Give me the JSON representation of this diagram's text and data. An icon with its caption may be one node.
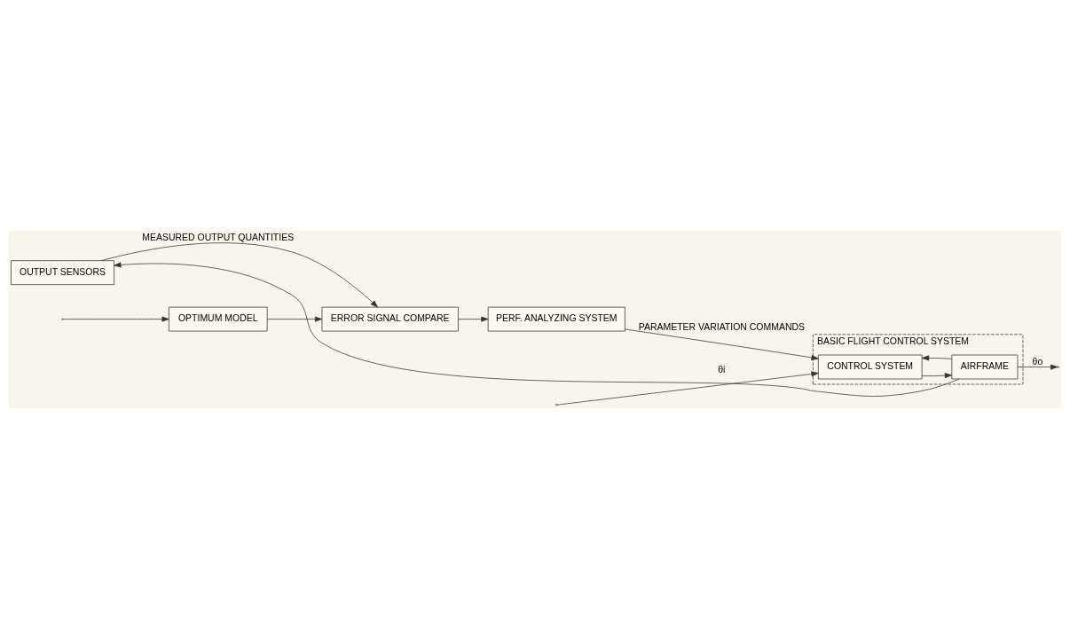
{
  "diagram": {
    "nodes": [
      {
        "text": [
          "OPTIMUM MODEL"
        ]
      },
      {
        "text": [
          "ERROR SIGNAL COMPARE"
        ]
      },
      {
        "text": [
          "PERF. ANALYZING SYSTEM"
        ]
      },
      {
        "text": [
          "OUTPUT SENSORS"
        ]
      },
      {
        "text": [
          "BASIC FLIGHT CONTROL SYSTEM"
        ]
      },
      {
        "text": [
          "CONTROL SYSTEM"
        ],
        "in": 4
      },
      {
        "text": [
          "AIRFRAME"
        ],
        "in": 4
      }
    ],
    "edges": [
      {
        "from": null,
        "to": 0,
        "arrow": "to"
      },
      {
        "from": null,
        "to": 5,
        "arrow": "to",
        "label": "θi"
      },
      {
        "from": 0,
        "to": 1,
        "arrow": "to"
      },
      {
        "from": 1,
        "to": 2,
        "arrow": "to"
      },
      {
        "from": 2,
        "to": 5,
        "arrow": "to",
        "label": "PARAMETER VARIATION COMMANDS"
      },
      {
        "from": 5,
        "to": 6,
        "arrow": "to"
      },
      {
        "from": 6,
        "to": null,
        "arrow": "to",
        "label": "θo"
      },
      {
        "from": 6,
        "to": 3,
        "arrow": "to"
      },
      {
        "from": 6,
        "to": 5,
        "arrow": "to"
      },
      {
        "from": 3,
        "to": 1,
        "arrow": "to",
        "label": "MEASURED OUTPUT QUANTITIES"
      }
    ]
  }
}
